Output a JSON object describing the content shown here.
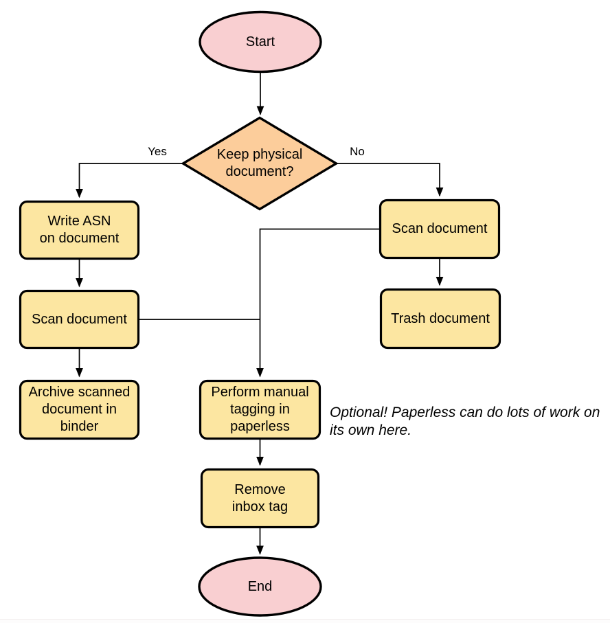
{
  "canvas": {
    "background": "#ffffff",
    "footer_divider_color": "#f2eded"
  },
  "palette": {
    "process_fill": "#fce6a1",
    "decision_fill": "#fccd9b",
    "terminator_fill": "#f9cfd1",
    "shape_stroke": "#000000",
    "edge_color": "#000000"
  },
  "nodes": {
    "start": {
      "type": "terminator",
      "label": "Start"
    },
    "decision": {
      "type": "decision",
      "label": "Keep physical\ndocument?"
    },
    "write_asn": {
      "type": "process",
      "label": "Write ASN\non document"
    },
    "scan_left": {
      "type": "process",
      "label": "Scan document"
    },
    "archive": {
      "type": "process",
      "label": "Archive scanned\ndocument in\nbinder"
    },
    "scan_right": {
      "type": "process",
      "label": "Scan document"
    },
    "trash": {
      "type": "process",
      "label": "Trash document"
    },
    "tagging": {
      "type": "process",
      "label": "Perform manual\ntagging in\npaperless"
    },
    "remove_inbox": {
      "type": "process",
      "label": "Remove\ninbox tag"
    },
    "end": {
      "type": "terminator",
      "label": "End"
    }
  },
  "edge_labels": {
    "yes": "Yes",
    "no": "No"
  },
  "annotation": {
    "text": "Optional! Paperless can do lots of work on\nits own here."
  }
}
